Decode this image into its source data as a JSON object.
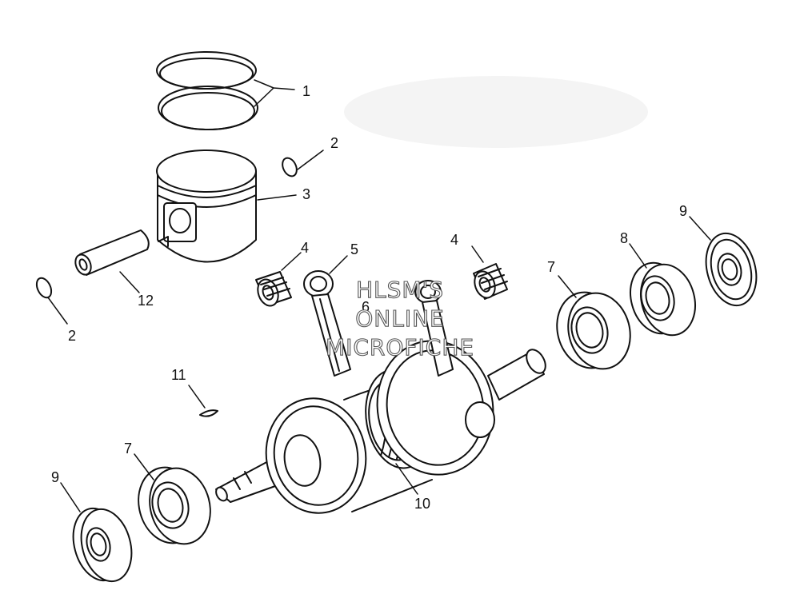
{
  "callouts": [
    {
      "id": "1",
      "text": "1"
    },
    {
      "id": "2a",
      "text": "2"
    },
    {
      "id": "3",
      "text": "3"
    },
    {
      "id": "4a",
      "text": "4"
    },
    {
      "id": "5",
      "text": "5"
    },
    {
      "id": "4b",
      "text": "4"
    },
    {
      "id": "6",
      "text": "6"
    },
    {
      "id": "7a",
      "text": "7"
    },
    {
      "id": "8",
      "text": "8"
    },
    {
      "id": "9a",
      "text": "9"
    },
    {
      "id": "2b",
      "text": "2"
    },
    {
      "id": "12",
      "text": "12"
    },
    {
      "id": "11",
      "text": "11"
    },
    {
      "id": "7b",
      "text": "7"
    },
    {
      "id": "9b",
      "text": "9"
    },
    {
      "id": "10",
      "text": "10"
    }
  ],
  "watermark": {
    "line1": "HLSM'S",
    "line2": "ONLINE",
    "line3": "MICROFICHE"
  }
}
